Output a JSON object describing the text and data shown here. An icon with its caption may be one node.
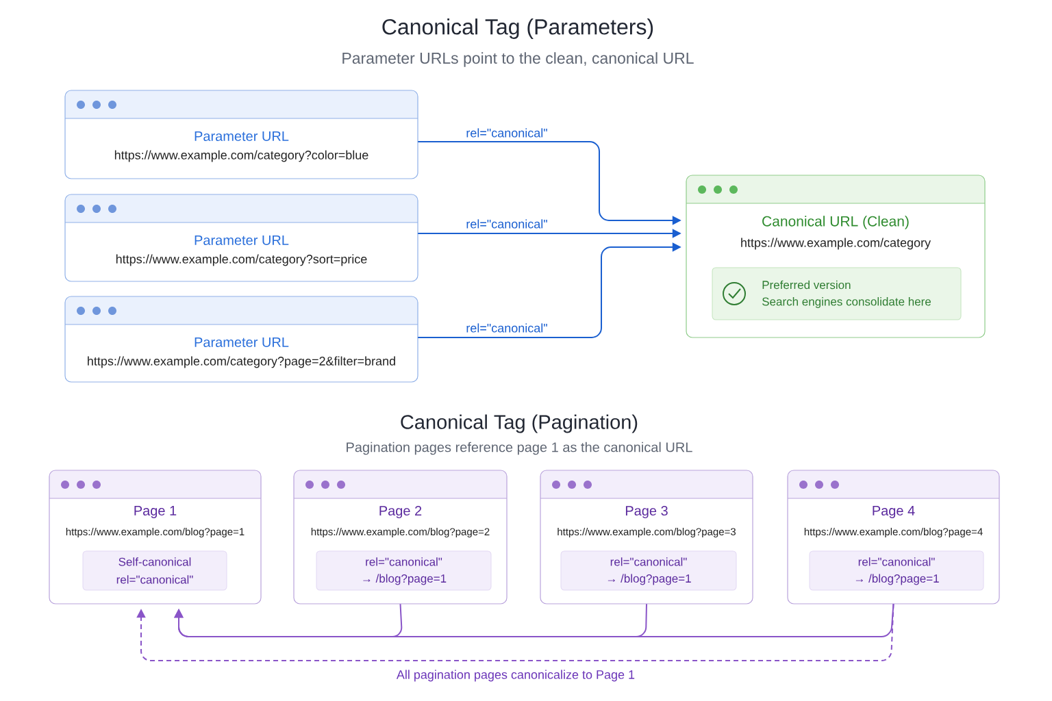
{
  "diagram": {
    "title": "Canonical Tag (Parameters)",
    "nodes": [
      {
        "text": [
          "Parameter URL",
          "https://www.example.com/category?color=blue"
        ]
      },
      {
        "text": [
          "Parameter URL",
          "https://www.example.com/category?sort=price"
        ]
      },
      {
        "text": [
          "Parameter URL",
          "https://www.example.com/category?page=2&filter=brand"
        ]
      },
      {
        "text": [
          "Canonical URL (Clean)",
          "https://www.example.com/category"
        ]
      },
      {
        "text": [
          "Preferred version",
          "Search engines consolidate here"
        ],
        "in": 3
      },
      {
        "text": [
          "Page 1",
          "https://www.example.com/blog?page=1"
        ]
      },
      {
        "text": [
          "Page 2",
          "https://www.example.com/blog?page=2"
        ]
      },
      {
        "text": [
          "Page 3",
          "https://www.example.com/blog?page=3"
        ]
      },
      {
        "text": [
          "Page 4",
          "https://www.example.com/blog?page=4"
        ]
      },
      {
        "text": [
          "Self-canonical",
          "rel=\"canonical\""
        ],
        "in": 5
      },
      {
        "text": [
          "rel=\"canonical\"",
          "→ /blog?page=1"
        ],
        "in": 6
      },
      {
        "text": [
          "rel=\"canonical\"",
          "→ /blog?page=1"
        ],
        "in": 7
      },
      {
        "text": [
          "rel=\"canonical\"",
          "→ /blog?page=1"
        ],
        "in": 8
      }
    ],
    "edges": [
      {
        "from": 0,
        "to": 3,
        "arrow": "to",
        "label": "rel=\"canonical\"",
        "color": "#1a5fd0"
      },
      {
        "from": 1,
        "to": 3,
        "arrow": "to",
        "label": "rel=\"canonical\"",
        "color": "#1a5fd0"
      },
      {
        "from": 2,
        "to": 3,
        "arrow": "to",
        "label": "rel=\"canonical\"",
        "color": "#1a5fd0"
      },
      {
        "from": 6,
        "to": 5,
        "arrow": "to",
        "color": "#8a55c8"
      },
      {
        "from": 7,
        "to": 5,
        "arrow": "to",
        "color": "#8a55c8"
      },
      {
        "from": 8,
        "to": 5,
        "arrow": "to",
        "color": "#8a55c8"
      },
      {
        "from": 8,
        "to": 5,
        "arrow": "to",
        "style": "dashed",
        "label": "All pagination pages canonicalize to Page 1",
        "color": "#8a55c8"
      }
    ],
    "labels": [
      "Parameter URLs point to the clean, canonical URL",
      "Canonical Tag (Pagination)",
      "Pagination pages reference page 1 as the canonical URL"
    ]
  }
}
